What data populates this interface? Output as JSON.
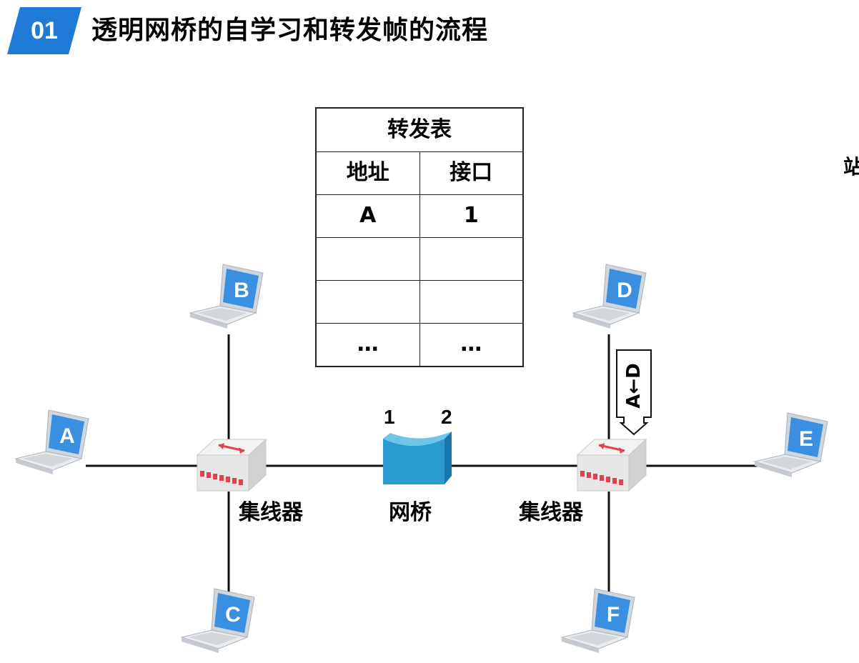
{
  "header": {
    "number": "01",
    "title": "透明网桥的自学习和转发帧的流程",
    "edge_text": "站"
  },
  "forwarding_table": {
    "caption": "转发表",
    "columns": [
      "地址",
      "接口"
    ],
    "rows": [
      [
        "A",
        "1"
      ],
      [
        "",
        ""
      ],
      [
        "",
        ""
      ],
      [
        "…",
        "…"
      ]
    ]
  },
  "devices": {
    "hub_left_label": "集线器",
    "hub_right_label": "集线器",
    "bridge_label": "网桥",
    "bridge_port_1": "1",
    "bridge_port_2": "2"
  },
  "hosts": {
    "a": "A",
    "b": "B",
    "c": "C",
    "d": "D",
    "e": "E",
    "f": "F"
  },
  "frame": {
    "label": "A←D"
  },
  "colors": {
    "accent_blue": "#1f7bd6",
    "bridge_blue": "#2a9bd0",
    "hub_red": "#e04050",
    "screen_blue": "#3a8fe0"
  }
}
